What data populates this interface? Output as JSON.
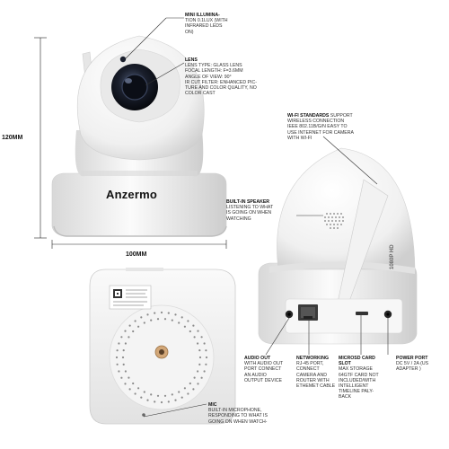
{
  "dimensions": {
    "height": "120MM",
    "width": "100MM"
  },
  "brand": "Anzermo",
  "label_1080p": "1080P HD",
  "callouts": {
    "mini_illumination": {
      "title": "MINI ILLUMINA-",
      "lines": [
        "TION 0.1LUX (WITH",
        "INFRARED LEDS",
        "ON)"
      ]
    },
    "lens": {
      "title": "LENS",
      "lines": [
        "LENS TYPE: GLASS LENS",
        "FOCAL LENGTH: F=3.6MM",
        "ANGLE OF VIEW: 90°",
        "IR CUT FILTER: ENHANCED PIC-",
        "TURE AND COLOR QUALITY, NO",
        "COLOR CAST"
      ]
    },
    "wifi": {
      "title": "WI-FI STANDARDS",
      "title_rest": " SUPPORT",
      "lines": [
        "WIRELESS CONNECTION",
        "IEEE 802.11B/G/N EASY TO",
        "USE INTERNET FOR CAMERA",
        "WITH WI-FI"
      ]
    },
    "speaker": {
      "title": "BUILT-IN SPEAKER",
      "lines": [
        "LISTENING TO WHAT",
        "IS GOING ON WHEN",
        "WATCHING"
      ]
    },
    "audio_out": {
      "title": "AUDIO OUT",
      "lines": [
        "WITH AUDIO OUT",
        "PORT CONNECT",
        "AN AUDIO",
        "OUTPUT DEVICE"
      ]
    },
    "networking": {
      "title": "NETWORKING",
      "lines": [
        "RJ-45 PORT,",
        "CONNECT",
        "CAMERA AND",
        "ROUTER WITH",
        "ETHEMET CABLE"
      ]
    },
    "microsd": {
      "title": "MICROSD CARD",
      "title2": "SLOT",
      "lines": [
        "MAX STORAGE",
        "64GTF CARD NOT",
        "INCLUDED/WITH",
        "INTELLIGENT",
        "TIMELINE PALY-",
        "BACK"
      ]
    },
    "power": {
      "title": "POWER PORT",
      "lines": [
        "DC 5V / 2A (US",
        "ADAPTER )"
      ]
    },
    "mic": {
      "title": "MIC",
      "lines": [
        "BUILT-IN MICROPHONE,",
        "RESPONDING TO WHAT IS",
        "GOING ON WHEN WATCH-"
      ]
    }
  },
  "colors": {
    "body": "#f4f4f4",
    "shadow": "#d4d4d4",
    "lens": "#1c2230",
    "line": "#333333"
  }
}
